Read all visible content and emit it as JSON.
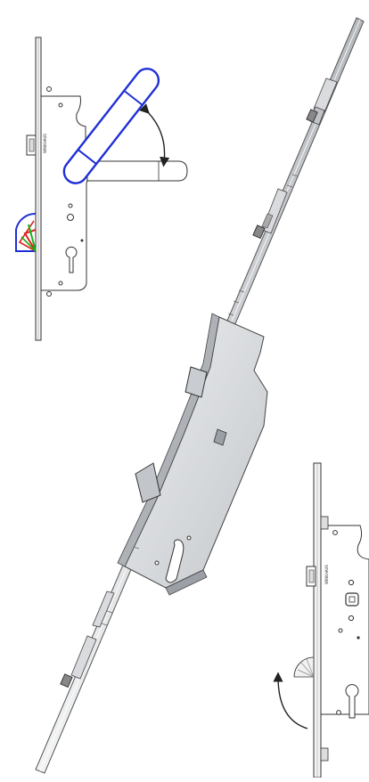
{
  "figure": {
    "views": [
      {
        "id": "handle-operation-view",
        "label_text": "",
        "stamp_text": "WINKHAUS"
      },
      {
        "id": "perspective-view",
        "label_text": ""
      },
      {
        "id": "key-operation-view",
        "label_text": "",
        "stamp_text": "WINKHAUS"
      }
    ],
    "colors": {
      "line": "#333333",
      "metal_light": "#e9eaec",
      "metal_mid": "#cfd1d4",
      "metal_dark": "#9a9ea4",
      "handle": "#1f2fd6",
      "latch_blue": "#1f2fd6",
      "latch_red": "#e02020",
      "latch_green": "#18b018"
    }
  }
}
